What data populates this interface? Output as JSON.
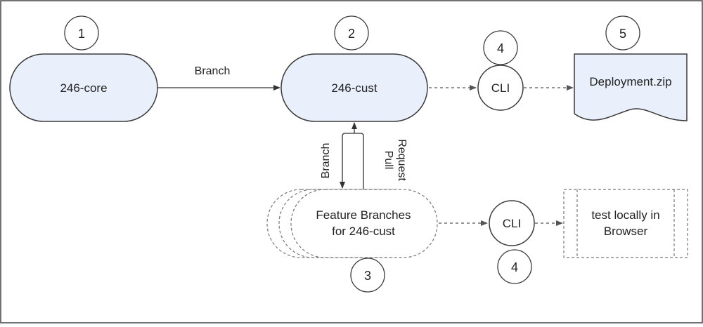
{
  "colors": {
    "frame": "#444444",
    "node_fill": "#e9f0fb",
    "node_stroke": "#3b3b3b",
    "line": "#333333",
    "dashed_line": "#555555",
    "white": "#ffffff"
  },
  "nodes": {
    "core": {
      "label": "246-core"
    },
    "cust": {
      "label": "246-cust"
    },
    "feature": {
      "label_line1": "Feature Branches",
      "label_line2": "for 246-cust"
    },
    "cli_top": {
      "label": "CLI"
    },
    "cli_bottom": {
      "label": "CLI"
    },
    "deployment": {
      "label": "Deployment.zip"
    },
    "browser": {
      "label_line1": "test locally in",
      "label_line2": "Browser"
    }
  },
  "edges": {
    "branch_top": {
      "label": "Branch"
    },
    "branch_vertical": {
      "label": "Branch"
    },
    "pull_request": {
      "label_line1": "Pull",
      "label_line2": "Request"
    }
  },
  "step_numbers": {
    "core": "1",
    "cust": "2",
    "feature": "3",
    "cli_top": "4",
    "cli_bottom": "4",
    "deployment": "5"
  }
}
